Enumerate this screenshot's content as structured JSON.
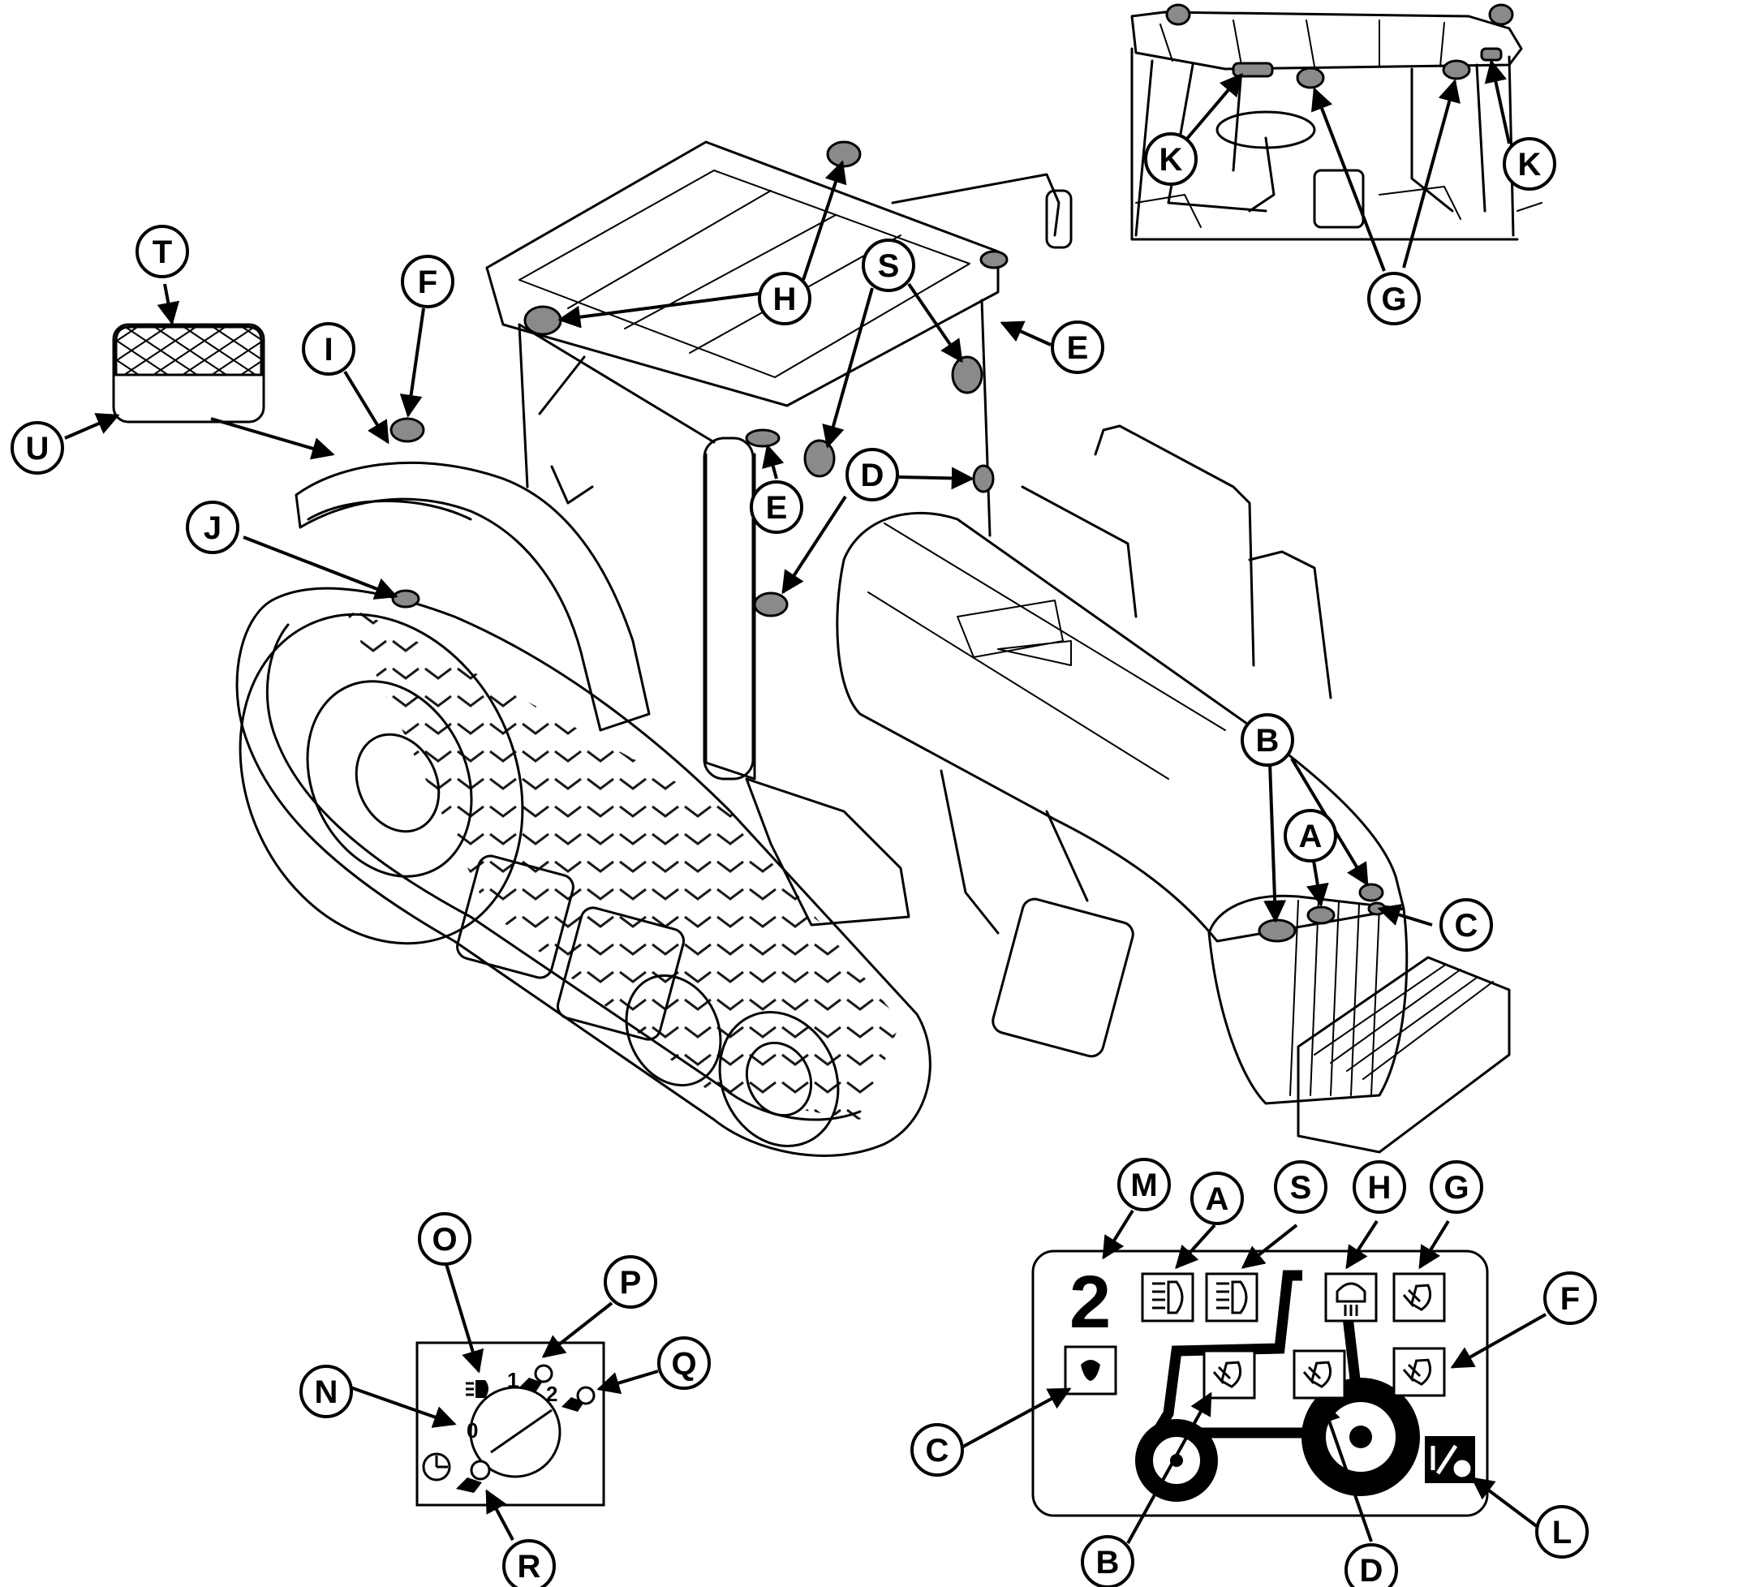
{
  "callouts": {
    "T": "T",
    "U": "U",
    "F_main": "F",
    "I": "I",
    "J": "J",
    "H_main": "H",
    "S_main": "S",
    "E_right": "E",
    "E_cab": "E",
    "D_main": "D",
    "B_main": "B",
    "A_main": "A",
    "C_main": "C",
    "K_left": "K",
    "K_right": "K",
    "G_inset": "G",
    "O": "O",
    "P": "P",
    "Q": "Q",
    "N": "N",
    "R": "R",
    "M": "M",
    "A_panel": "A",
    "S_panel": "S",
    "H_panel": "H",
    "G_panel": "G",
    "F_panel": "F",
    "C_panel": "C",
    "B_panel": "B",
    "D_panel": "D",
    "L": "L"
  },
  "switch": {
    "pos_0": "0",
    "pos_1": "1",
    "pos_2": "2"
  },
  "panel": {
    "digit": "2"
  }
}
